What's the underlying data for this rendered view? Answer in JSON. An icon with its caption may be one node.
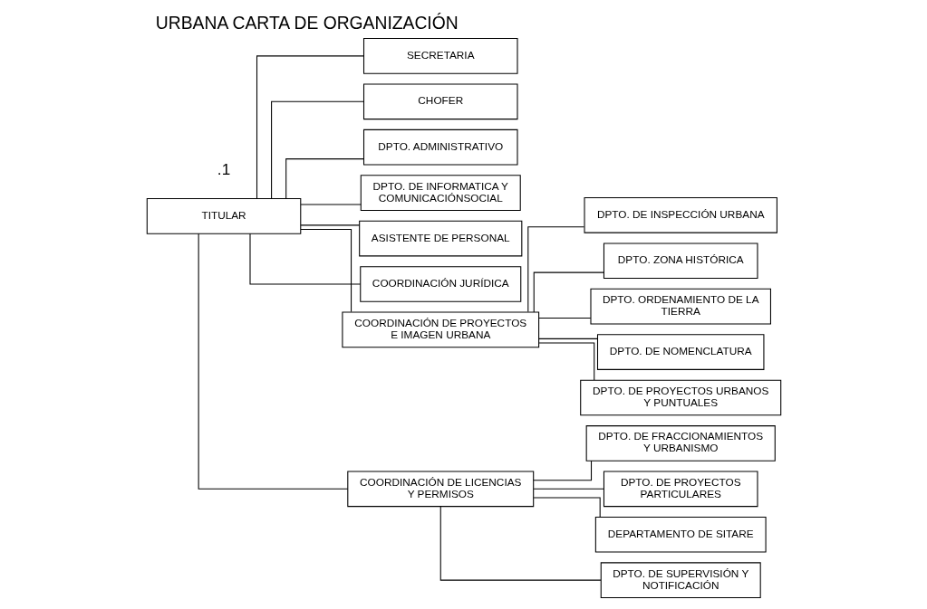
{
  "diagram": {
    "title": "URBANA CARTA DE ORGANIZACIÓN",
    "nodes": [
      {
        "text": [
          "TITULAR"
        ]
      },
      {
        "text": [
          "SECRETARIA"
        ]
      },
      {
        "text": [
          "CHOFER"
        ]
      },
      {
        "text": [
          "DPTO. ADMINISTRATIVO"
        ]
      },
      {
        "text": [
          "DPTO. DE INFORMATICA Y COMUNICACIÓNSOCIAL"
        ]
      },
      {
        "text": [
          "ASISTENTE DE PERSONAL"
        ]
      },
      {
        "text": [
          "COORDINACIÓN JURÍDICA"
        ]
      },
      {
        "text": [
          "COORDINACIÓN DE PROYECTOS E IMAGEN URBANA"
        ]
      },
      {
        "text": [
          "COORDINACIÓN DE LICENCIAS Y PERMISOS"
        ]
      },
      {
        "text": [
          "DPTO. DE INSPECCIÓN URBANA"
        ]
      },
      {
        "text": [
          "DPTO. ZONA HISTÓRICA"
        ]
      },
      {
        "text": [
          "DPTO. ORDENAMIENTO DE LA TIERRA"
        ]
      },
      {
        "text": [
          "DPTO. DE NOMENCLATURA"
        ]
      },
      {
        "text": [
          "DPTO. DE PROYECTOS URBANOS Y PUNTUALES"
        ]
      },
      {
        "text": [
          "DPTO. DE FRACCIONAMIENTOS Y URBANISMO"
        ]
      },
      {
        "text": [
          "DPTO. DE PROYECTOS PARTICULARES"
        ]
      },
      {
        "text": [
          "DEPARTAMENTO DE SITARE"
        ]
      },
      {
        "text": [
          "DPTO. DE SUPERVISIÓN Y NOTIFICACIÓN"
        ]
      }
    ],
    "edges": [
      {
        "from": 0,
        "to": 1,
        "arrow": "none"
      },
      {
        "from": 0,
        "to": 2,
        "arrow": "none"
      },
      {
        "from": 0,
        "to": 3,
        "arrow": "none"
      },
      {
        "from": 0,
        "to": 4,
        "arrow": "none"
      },
      {
        "from": 0,
        "to": 5,
        "arrow": "none"
      },
      {
        "from": 0,
        "to": 6,
        "arrow": "none"
      },
      {
        "from": 0,
        "to": 7,
        "arrow": "none"
      },
      {
        "from": 0,
        "to": 8,
        "arrow": "none"
      },
      {
        "from": 7,
        "to": 9,
        "arrow": "none"
      },
      {
        "from": 7,
        "to": 10,
        "arrow": "none"
      },
      {
        "from": 7,
        "to": 11,
        "arrow": "none"
      },
      {
        "from": 7,
        "to": 12,
        "arrow": "none"
      },
      {
        "from": 7,
        "to": 13,
        "arrow": "none"
      },
      {
        "from": 8,
        "to": 14,
        "arrow": "none"
      },
      {
        "from": 8,
        "to": 15,
        "arrow": "none"
      },
      {
        "from": 8,
        "to": 16,
        "arrow": "none"
      },
      {
        "from": 8,
        "to": 17,
        "arrow": "none"
      }
    ],
    "labels": [
      ".1"
    ]
  }
}
